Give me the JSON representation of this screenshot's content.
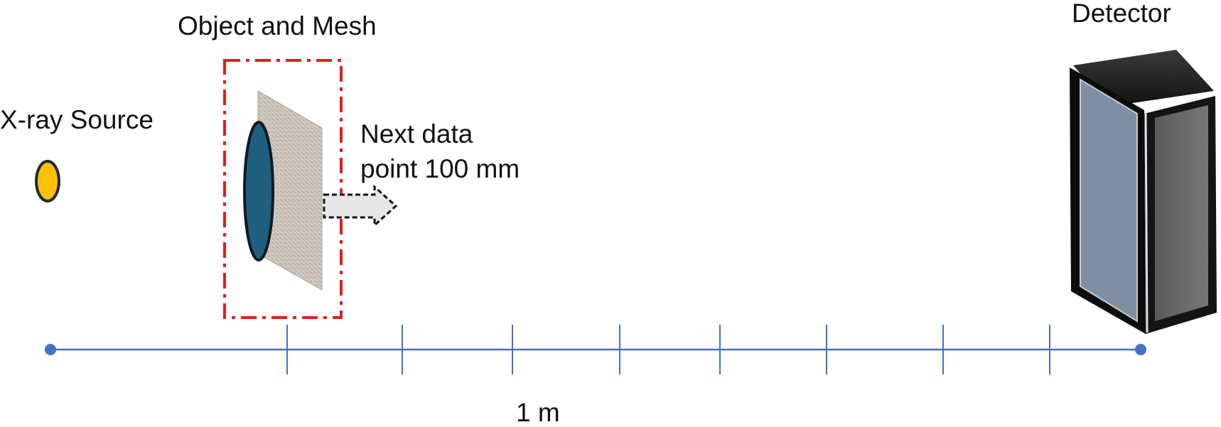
{
  "labels": {
    "xray_source": "X-ray Source",
    "object_and_mesh": "Object and Mesh",
    "detector": "Detector",
    "next_point_line1": "Next data",
    "next_point_line2": "point 100 mm",
    "scale": "1 m"
  },
  "colors": {
    "source_fill": "#FFC000",
    "source_stroke": "#1F2A33",
    "object_fill": "#1F5F7F",
    "bounding_box": "#E02020",
    "axis": "#4472C4",
    "detector_front": "#7F8FA3",
    "detector_side": "#6B6B6B",
    "detector_frame": "#0D0D0D",
    "arrow_fill": "#E6E6E6"
  },
  "axis": {
    "tick_count": 8
  }
}
